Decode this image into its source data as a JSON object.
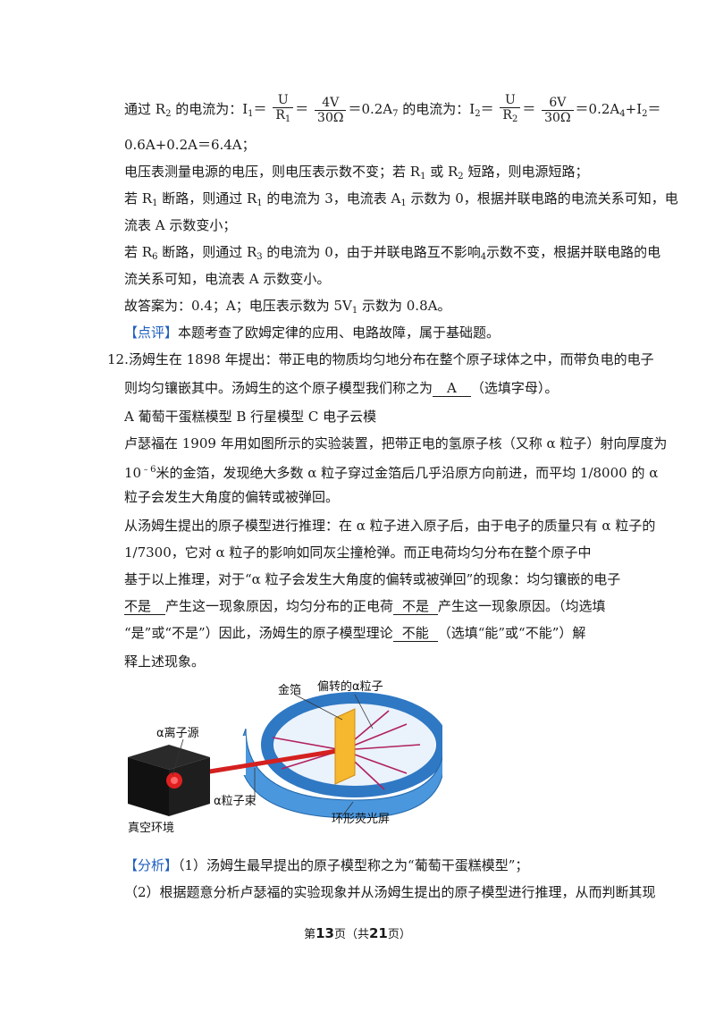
{
  "lines": {
    "l1_prefix": "通过 R",
    "l1_sub2": "2",
    "l1_mid": " 的电流为：I",
    "l1_sub1": "1",
    "l1_eq": "＝",
    "f1_num": "U",
    "f1_den": "R",
    "f1_den_sub": "1",
    "l1_eq2": "＝",
    "f2_num": "4V",
    "f2_den": "30Ω",
    "l1_val": "＝0.2A",
    "l1_sub7": "7",
    "l1_mid2": " 的电流为：I",
    "l1_sub_i2": "2",
    "l1_eq3": "＝",
    "f3_num": "U",
    "f3_den": "R",
    "f3_den_sub": "2",
    "l1_eq4": "＝",
    "f4_num": "6V",
    "f4_den": "30Ω",
    "l1_tail": "＝0.2A",
    "l1_sub4": "4",
    "l1_tail2": "+I",
    "l1_sub_tail": "2",
    "l1_end": "＝",
    "l2": "0.6A+0.2A＝6.4A；",
    "l3_a": "电压表测量电源的电压，则电压表示数不变；若 R",
    "l3_s1": "1",
    "l3_b": " 或 R",
    "l3_s2": "2",
    "l3_c": " 短路，则电源短路；",
    "l4_a": "若 R",
    "l4_s1": "1",
    "l4_b": " 断路，则通过 R",
    "l4_s2": "1",
    "l4_c": " 的电流为 3，电流表 A",
    "l4_s3": "1",
    "l4_d": " 示数为 0，根据并联电路的电流关系可知，电",
    "l5": "流表 A 示数变小；",
    "l6_a": "若 R",
    "l6_s1": "6",
    "l6_b": " 断路，则通过 R",
    "l6_s2": "3",
    "l6_c": " 的电流为 0，由于并联电路互不影响",
    "l6_s3": "4",
    "l6_d": "示数不变，根据并联电路的电",
    "l7": "流关系可知，电流表 A 示数变小。",
    "l8_a": "故答案为：0.4；A；电压表示数为 5V",
    "l8_s1": "1",
    "l8_b": " 示数为 0.8A。",
    "l9_tag": "【点评】",
    "l9_text": "本题考查了欧姆定律的应用、电路故障，属于基础题。",
    "q12_num": "12.",
    "q12_l1": "汤姆生在 1898 年提出：带正电的物质均匀地分布在整个原子球体之中，而带负电的电子",
    "q12_l2_a": "则均匀镶嵌其中。汤姆生的这个原子模型我们称之为",
    "q12_ans1": "A",
    "q12_l2_b": "（选填字母）。",
    "q12_l3": "A 葡萄干蛋糕模型  B 行星模型  C 电子云模",
    "q12_l4": "卢瑟福在 1909 年用如图所示的实验装置，把带正电的氢原子核（又称 α 粒子）射向厚度为",
    "q12_l5_a": "10",
    "q12_l5_sup": "﹣6",
    "q12_l5_b": "米的金箔，发现绝大多数 α 粒子穿过金箔后几乎沿原方向前进，而平均 1/8000 的 α",
    "q12_l6": "粒子会发生大角度的偏转或被弹回。",
    "q12_l7": "从汤姆生提出的原子模型进行推理：在 α 粒子进入原子后，由于电子的质量只有 α 粒子的",
    "q12_l8": "1/7300，它对 α 粒子的影响如同灰尘撞枪弹。而正电荷均匀分布在整个原子中",
    "q12_l9": "基于以上推理，对于“α 粒子会发生大角度的偏转或被弹回”的现象：均匀镶嵌的电子",
    "q12_ans2": "不是",
    "q12_l10_a": "产生这一现象原因，均匀分布的正电荷",
    "q12_ans3": "不是",
    "q12_l10_b": "产生这一现象原因。（均选填",
    "q12_l11_a": "“是”或“不是”）因此，汤姆生的原子模型理论",
    "q12_ans4": "不能",
    "q12_l11_b": "（选填“能”或“不能”）解",
    "q12_l12": "释上述现象。",
    "fx_tag": "【分析】",
    "fx_l1": "（1）汤姆生最早提出的原子模型称之为“葡萄干蛋糕模型”；",
    "fx_l2": "（2）根据题意分析卢瑟福的实验现象并从汤姆生提出的原子模型进行推理，从而判断其现"
  },
  "figure": {
    "label_foil": "金箔",
    "label_deflected": "偏转的α粒子",
    "label_source": "α离子源",
    "label_beam": "α粒子束",
    "label_screen": "环形荧光屏",
    "label_vacuum": "真空环境"
  },
  "footer": {
    "pre": "第",
    "page": "13",
    "mid": "页（共",
    "total": "21",
    "post": "页）"
  },
  "colors": {
    "tag": "#1f5fbf",
    "screen": "#3d8fd9",
    "foil": "#f5b82e",
    "beam": "#d42020"
  }
}
